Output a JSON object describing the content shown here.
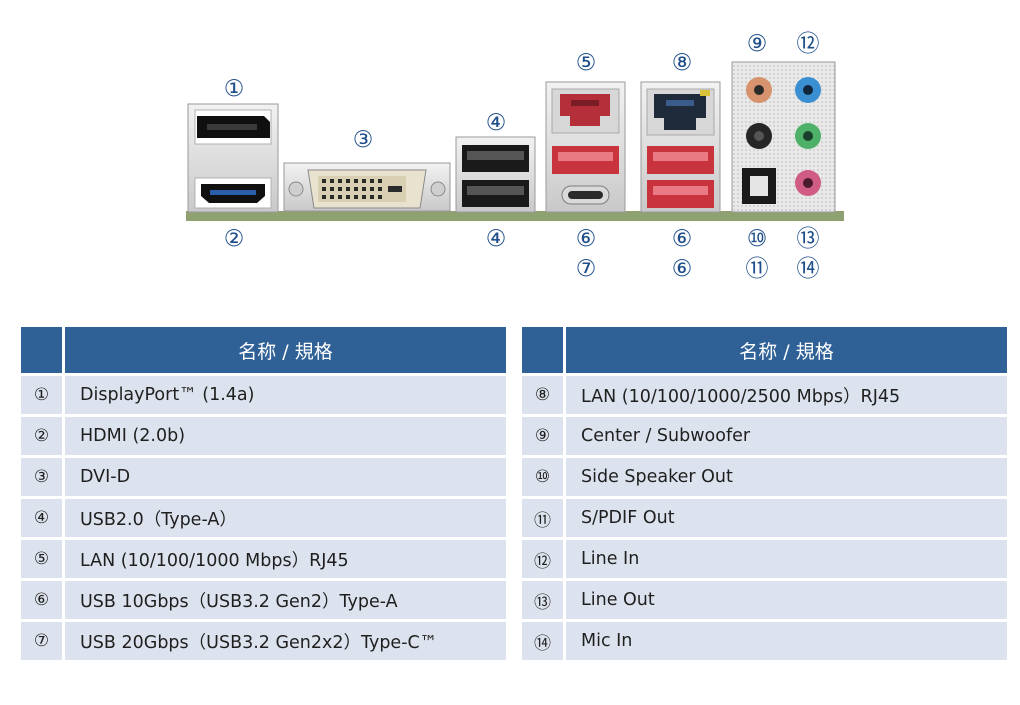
{
  "callouts": [
    {
      "id": "c1",
      "text": "①"
    },
    {
      "id": "c2",
      "text": "②"
    },
    {
      "id": "c3",
      "text": "③"
    },
    {
      "id": "c4a",
      "text": "④"
    },
    {
      "id": "c4b",
      "text": "④"
    },
    {
      "id": "c5",
      "text": "⑤"
    },
    {
      "id": "c6a",
      "text": "⑥"
    },
    {
      "id": "c7",
      "text": "⑦"
    },
    {
      "id": "c8",
      "text": "⑧"
    },
    {
      "id": "c6b",
      "text": "⑥"
    },
    {
      "id": "c6c",
      "text": "⑥"
    },
    {
      "id": "c9",
      "text": "⑨"
    },
    {
      "id": "c12",
      "text": "⑫"
    },
    {
      "id": "c10",
      "text": "⑩"
    },
    {
      "id": "c11",
      "text": "⑪"
    },
    {
      "id": "c13",
      "text": "⑬"
    },
    {
      "id": "c14",
      "text": "⑭"
    }
  ],
  "colors": {
    "header_bg": "#2f6197",
    "row_bg": "#dde3ee",
    "callout": "#1f4f8a",
    "pcb": "#8fa071",
    "red_port": "#c8333d",
    "lan_red": "#b52f3b",
    "jack_orange": "#d6936e",
    "jack_blue": "#3a8fd0",
    "jack_green": "#4eb069",
    "jack_pink": "#d05b85",
    "jack_black": "#262626"
  },
  "tables": {
    "left": {
      "header": "名称 / 規格",
      "rows": [
        {
          "num": "①",
          "text": "DisplayPort™ (1.4a)"
        },
        {
          "num": "②",
          "text": "HDMI (2.0b)"
        },
        {
          "num": "③",
          "text": "DVI-D"
        },
        {
          "num": "④",
          "text": "USB2.0（Type-A）"
        },
        {
          "num": "⑤",
          "text": "LAN (10/100/1000 Mbps）RJ45"
        },
        {
          "num": "⑥",
          "text": "USB 10Gbps（USB3.2 Gen2）Type-A"
        },
        {
          "num": "⑦",
          "text": "USB 20Gbps（USB3.2 Gen2x2）Type-C™"
        }
      ]
    },
    "right": {
      "header": "名称 / 規格",
      "rows": [
        {
          "num": "⑧",
          "text": "LAN (10/100/1000/2500 Mbps）RJ45"
        },
        {
          "num": "⑨",
          "text": "Center / Subwoofer"
        },
        {
          "num": "⑩",
          "text": "Side Speaker Out"
        },
        {
          "num": "⑪",
          "text": "S/PDIF Out"
        },
        {
          "num": "⑫",
          "text": "Line In"
        },
        {
          "num": "⑬",
          "text": "Line Out"
        },
        {
          "num": "⑭",
          "text": "Mic In"
        }
      ]
    }
  }
}
